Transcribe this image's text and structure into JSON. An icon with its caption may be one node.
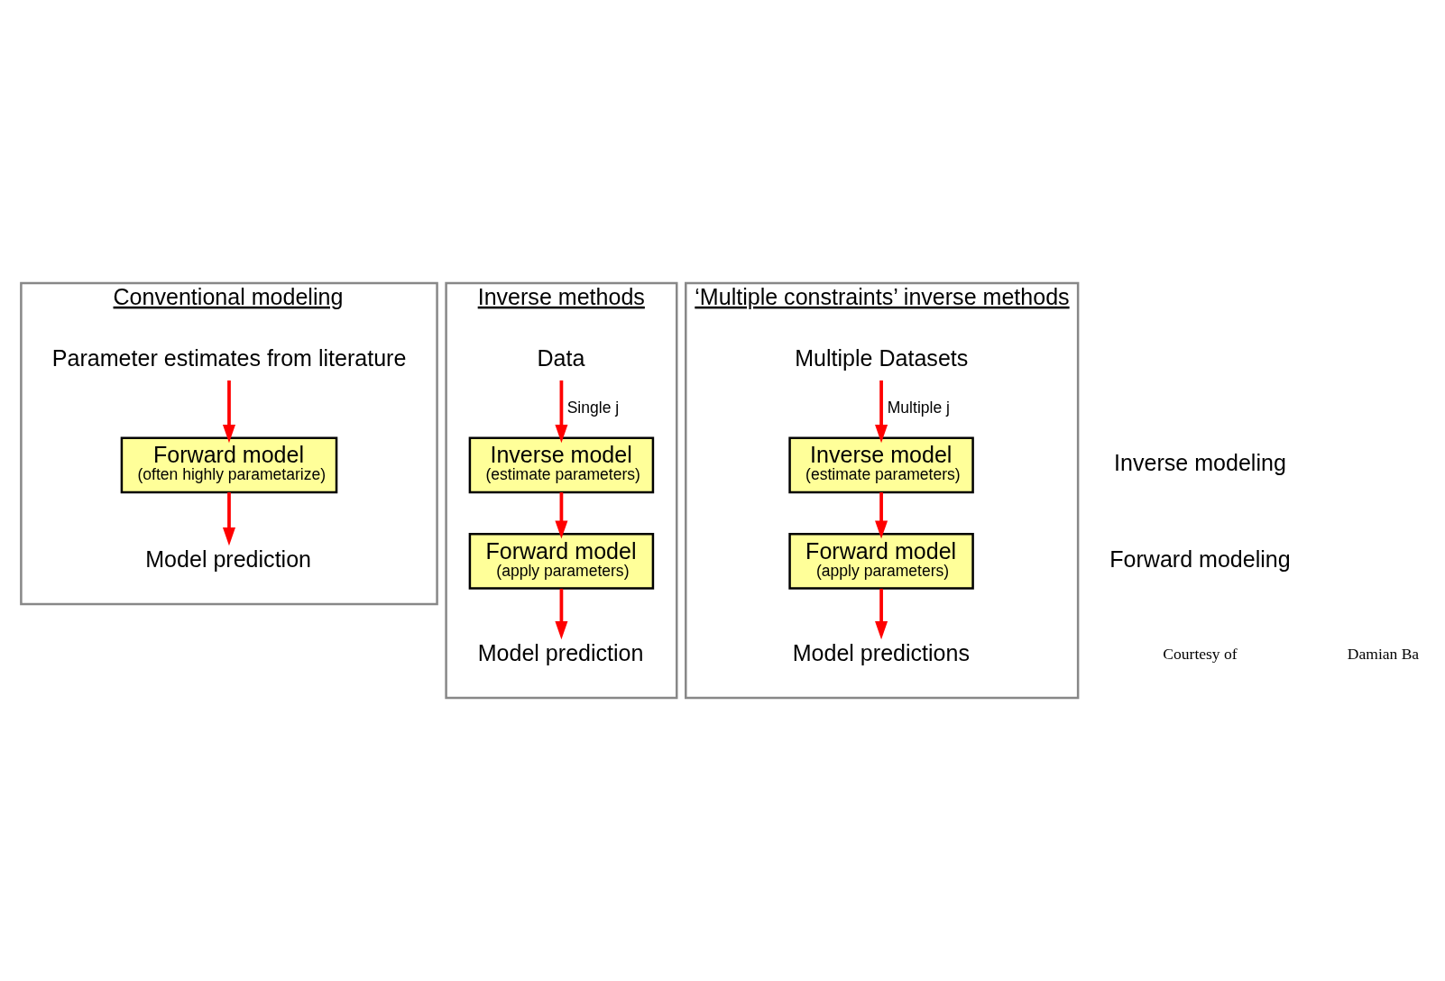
{
  "diagram": {
    "nodes": [
      {
        "text": [
          "Conventional modeling"
        ]
      },
      {
        "text": [
          "Parameter estimates from literature"
        ],
        "in": 0
      },
      {
        "text": [
          "Forward model",
          "(often highly parametarize)"
        ],
        "in": 0
      },
      {
        "text": [
          "Model prediction"
        ],
        "in": 0
      },
      {
        "text": [
          "Inverse methods"
        ]
      },
      {
        "text": [
          "Data"
        ],
        "in": 4
      },
      {
        "text": [
          "Inverse model",
          "(estimate parameters)"
        ],
        "in": 4
      },
      {
        "text": [
          "Forward model",
          "(apply parameters)"
        ],
        "in": 4
      },
      {
        "text": [
          "Model prediction"
        ],
        "in": 4
      },
      {
        "text": [
          "‘Multiple constraints’ inverse methods"
        ]
      },
      {
        "text": [
          "Multiple Datasets"
        ],
        "in": 9
      },
      {
        "text": [
          "Inverse model",
          "(estimate parameters)"
        ],
        "in": 9
      },
      {
        "text": [
          "Forward model",
          "(apply parameters)"
        ],
        "in": 9
      },
      {
        "text": [
          "Model predictions"
        ],
        "in": 9
      }
    ],
    "edges": [
      {
        "from": 1,
        "to": 2,
        "arrow": "to"
      },
      {
        "from": 2,
        "to": 3,
        "arrow": "to"
      },
      {
        "from": 5,
        "to": 6,
        "arrow": "to",
        "label": "Single j"
      },
      {
        "from": 6,
        "to": 7,
        "arrow": "to"
      },
      {
        "from": 7,
        "to": 8,
        "arrow": "to"
      },
      {
        "from": 10,
        "to": 11,
        "arrow": "to",
        "label": "Multiple j"
      },
      {
        "from": 11,
        "to": 12,
        "arrow": "to"
      },
      {
        "from": 12,
        "to": 13,
        "arrow": "to"
      }
    ],
    "labels": [
      "Inverse modeling",
      "Forward modeling",
      "Courtesy of",
      "Damian Ba"
    ]
  }
}
